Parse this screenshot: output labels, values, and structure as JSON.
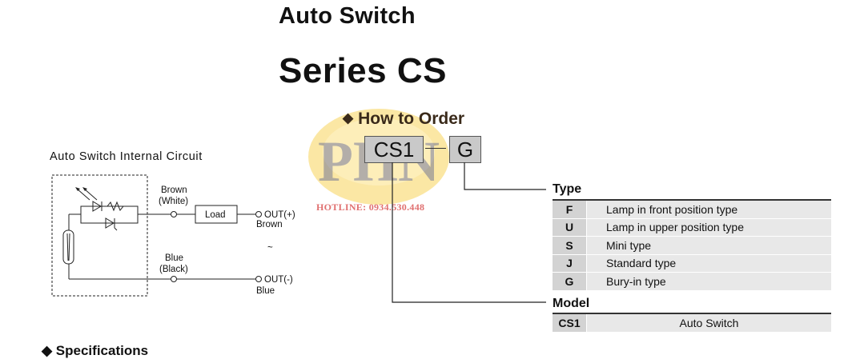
{
  "header": {
    "line1": "Auto Switch",
    "line2": "Series CS"
  },
  "how_to_order": {
    "title": "How to Order",
    "code_prefix": "CS1",
    "code_suffix": "G"
  },
  "watermark": {
    "logo_text": "PHN",
    "hotline": "HOTLINE: 0934.530.448"
  },
  "circuit": {
    "title": "Auto Switch Internal Circuit",
    "brown_label": "Brown",
    "white_label": "(White)",
    "load_label": "Load",
    "out_plus": "OUT(+)",
    "out_plus_color": "Brown",
    "tilde": "~",
    "blue_label": "Blue",
    "black_label": "(Black)",
    "out_minus": "OUT(-)",
    "out_minus_color": "Blue"
  },
  "type_section": {
    "title": "Type",
    "rows": [
      {
        "code": "F",
        "desc": "Lamp in front position type"
      },
      {
        "code": "U",
        "desc": "Lamp in upper position type"
      },
      {
        "code": "S",
        "desc": "Mini type"
      },
      {
        "code": "J",
        "desc": "Standard type"
      },
      {
        "code": "G",
        "desc": "Bury-in type"
      }
    ]
  },
  "model_section": {
    "title": "Model",
    "rows": [
      {
        "code": "CS1",
        "desc": "Auto Switch"
      }
    ]
  },
  "footer": {
    "next_section": "Specifications"
  },
  "colors": {
    "watermark_gold": "#f5c542",
    "watermark_blue": "#2b3a8c",
    "hotline_red": "#e07070"
  }
}
